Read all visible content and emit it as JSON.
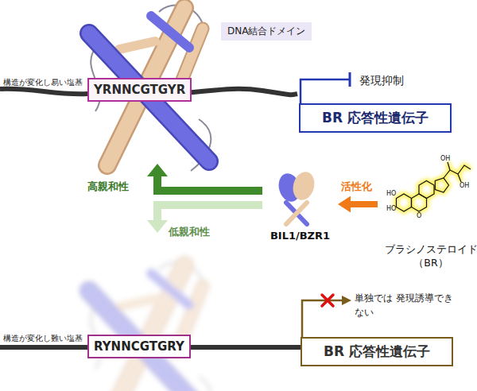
{
  "diagram": {
    "nodes": [
      {
        "text": [
          "DNA結合ドメイン"
        ]
      },
      {
        "text": [
          "YRNNCGTGYR"
        ]
      },
      {
        "text": [
          "BR 応答性遺伝子"
        ]
      },
      {
        "text": [
          "BIL1/BZR1"
        ]
      },
      {
        "text": [
          "ブラシノステロイド （BR）"
        ]
      },
      {
        "text": [
          "RYNNCGTGRY"
        ]
      },
      {
        "text": [
          "BR 応答性遺伝子"
        ]
      }
    ],
    "edges": [
      {
        "from": 4,
        "to": 3,
        "arrow": "to",
        "label": "活性化"
      },
      {
        "from": 3,
        "to": 1,
        "arrow": "to",
        "label": "高親和性"
      },
      {
        "from": 3,
        "to": 5,
        "arrow": "to",
        "label": "低親和性"
      }
    ],
    "labels": [
      "構造が変化し易い塩基",
      "発現抑制",
      "単独では 発現誘導できない",
      "構造が変化し難い塩基",
      "HO",
      "HO",
      "O",
      "OH",
      "OH"
    ]
  }
}
